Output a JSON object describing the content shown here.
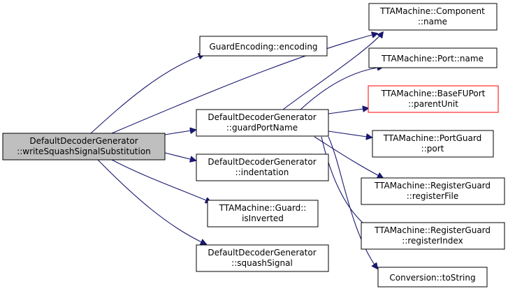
{
  "colors": {
    "edge": "#191970",
    "root_fill": "#bfbfbf",
    "border": "#000000",
    "highlight_border": "#ff0000"
  },
  "nodes": {
    "root": {
      "lines": [
        "DefaultDecoderGenerator",
        "::writeSquashSignalSubstitution"
      ]
    },
    "guard_encoding": {
      "lines": [
        "GuardEncoding::encoding"
      ]
    },
    "guard_port_name": {
      "lines": [
        "DefaultDecoderGenerator",
        "::guardPortName"
      ]
    },
    "indentation": {
      "lines": [
        "DefaultDecoderGenerator",
        "::indentation"
      ]
    },
    "is_inverted": {
      "lines": [
        "TTAMachine::Guard::",
        "isInverted"
      ]
    },
    "squash_signal": {
      "lines": [
        "DefaultDecoderGenerator",
        "::squashSignal"
      ]
    },
    "component_name": {
      "lines": [
        "TTAMachine::Component",
        "::name"
      ]
    },
    "port_name": {
      "lines": [
        "TTAMachine::Port::name"
      ]
    },
    "parent_unit": {
      "lines": [
        "TTAMachine::BaseFUPort",
        "::parentUnit"
      ]
    },
    "port_guard_port": {
      "lines": [
        "TTAMachine::PortGuard",
        "::port"
      ]
    },
    "register_file": {
      "lines": [
        "TTAMachine::RegisterGuard",
        "::registerFile"
      ]
    },
    "register_index": {
      "lines": [
        "TTAMachine::RegisterGuard",
        "::registerIndex"
      ]
    },
    "to_string": {
      "lines": [
        "Conversion::toString"
      ]
    }
  }
}
